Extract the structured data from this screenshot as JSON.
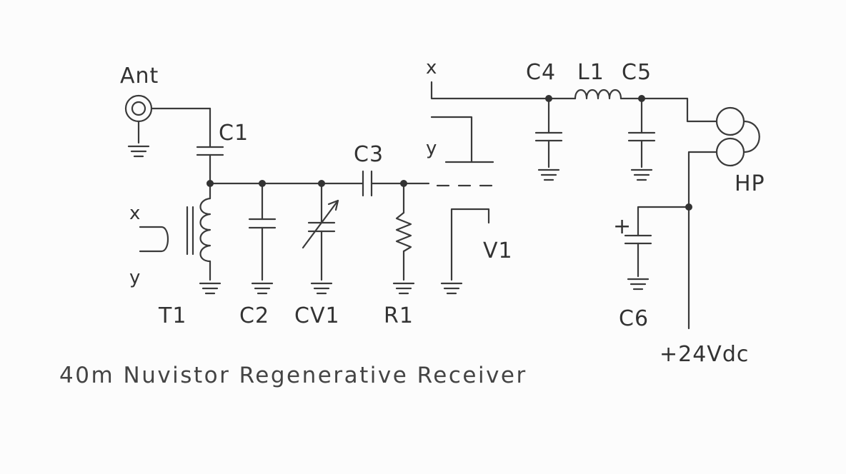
{
  "title": "40m Nuvistor Regenerative Receiver",
  "labels": {
    "ant": "Ant",
    "c1": "C1",
    "c2": "C2",
    "c3": "C3",
    "c4": "C4",
    "c5": "C5",
    "c6": "C6",
    "cv1": "CV1",
    "r1": "R1",
    "l1": "L1",
    "t1": "T1",
    "v1": "V1",
    "hp": "HP",
    "x_left": "x",
    "y_left": "y",
    "x_right": "x",
    "y_right": "y",
    "plus": "+",
    "supply": "+24Vdc"
  }
}
